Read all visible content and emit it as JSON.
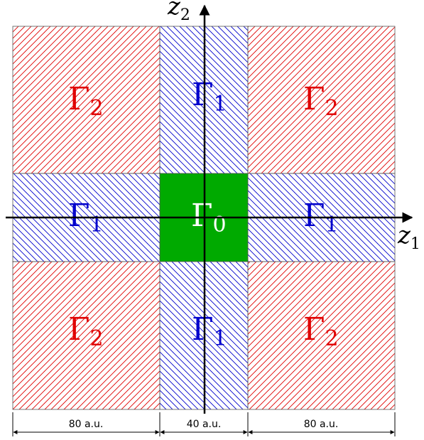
{
  "axes": {
    "horizontal_label": "z",
    "horizontal_subscript": "1",
    "vertical_label": "z",
    "vertical_subscript": "2"
  },
  "regions": {
    "gamma2_symbol": "Γ",
    "gamma2_subscript": "2",
    "gamma1_symbol": "Γ",
    "gamma1_subscript": "1",
    "gamma0_symbol": "Γ",
    "gamma0_subscript": "0"
  },
  "dimensions": {
    "left_width": "80 a.u.",
    "center_width": "40 a.u.",
    "right_width": "80 a.u."
  },
  "colors": {
    "gamma2": "#e00000",
    "gamma1": "#0000cc",
    "gamma0": "#00aa00",
    "gamma0_label": "#ffffff",
    "axis": "#000000"
  }
}
